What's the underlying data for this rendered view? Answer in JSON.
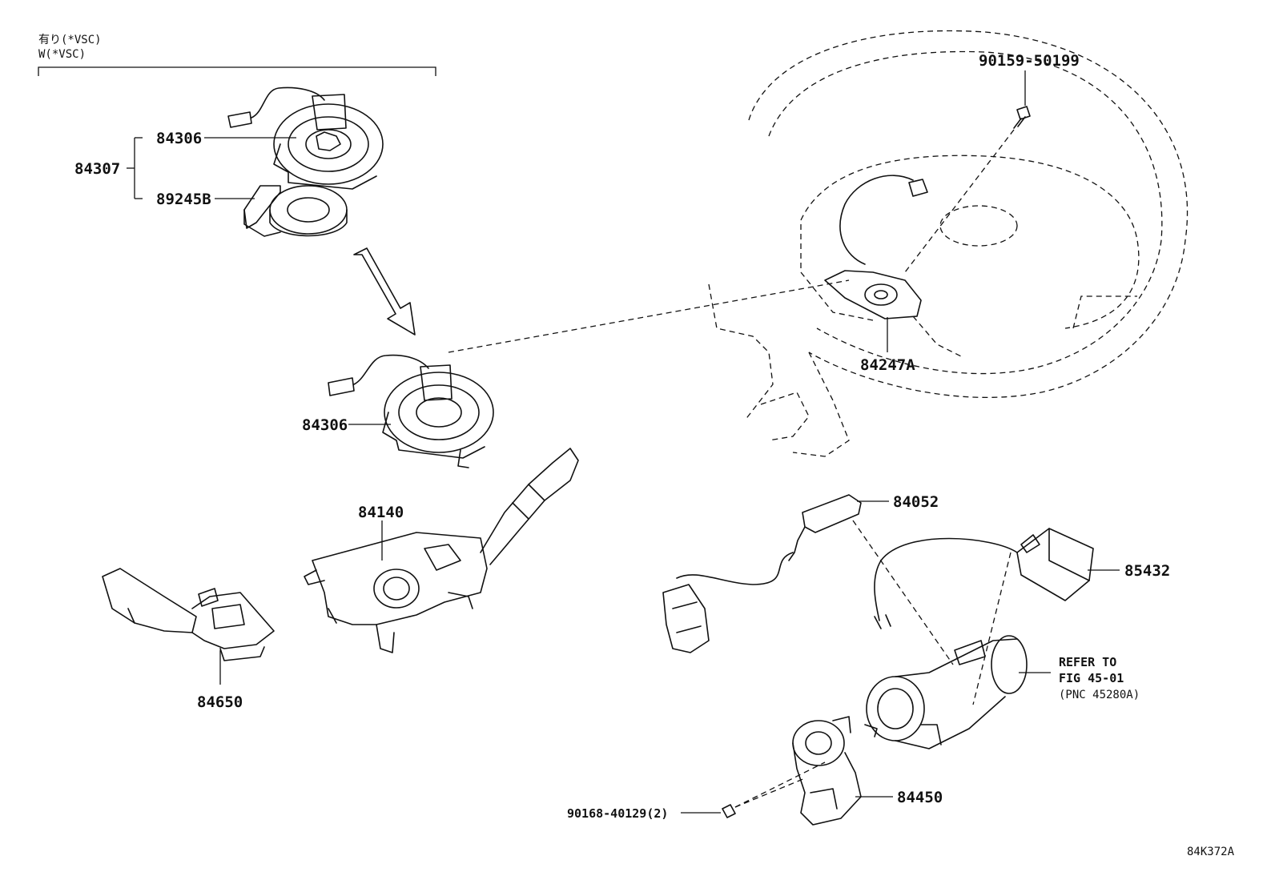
{
  "header_note": {
    "line1": "有り(*VSC)",
    "line2": "W(*VSC)"
  },
  "parts": {
    "p84306_top": "84306",
    "p84307": "84307",
    "p89245B": "89245B",
    "p84306_mid": "84306",
    "p84140": "84140",
    "p84650": "84650",
    "p90159": "90159-50199",
    "p84247A": "84247A",
    "p84052": "84052",
    "p85432": "85432",
    "p84450": "84450",
    "p90168": "90168-40129(2)"
  },
  "refer": {
    "line1": "REFER TO",
    "line2": "FIG 45-01",
    "line3": "(PNC 45280A)"
  },
  "figure_id": "84K372A"
}
